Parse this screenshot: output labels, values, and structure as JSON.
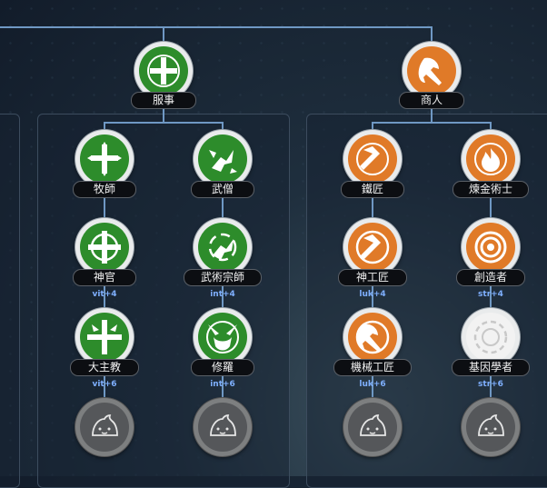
{
  "classes": {
    "acolyte": {
      "label": "服事"
    },
    "merchant": {
      "label": "商人"
    },
    "priest": {
      "label": "牧師"
    },
    "monk": {
      "label": "武僧"
    },
    "high_priest": {
      "label": "神官",
      "stat": "vit+4"
    },
    "champion": {
      "label": "武術宗師",
      "stat": "int+4"
    },
    "archbishop": {
      "label": "大主教",
      "stat": "vit+6"
    },
    "sura": {
      "label": "修羅",
      "stat": "int+6"
    },
    "blacksmith": {
      "label": "鐵匠"
    },
    "alchemist": {
      "label": "煉金術士"
    },
    "whitesmith": {
      "label": "神工匠",
      "stat": "luk+4"
    },
    "creator": {
      "label": "創造者",
      "stat": "str+4"
    },
    "mechanic": {
      "label": "機械工匠",
      "stat": "luk+6"
    },
    "genetic": {
      "label": "基因學者",
      "stat": "str+6"
    }
  },
  "colors": {
    "acolyte_branch": "#2d8c2b",
    "merchant_branch": "#e07a28",
    "connector": "#6f98c4",
    "stat_text": "#7fb0ff"
  }
}
